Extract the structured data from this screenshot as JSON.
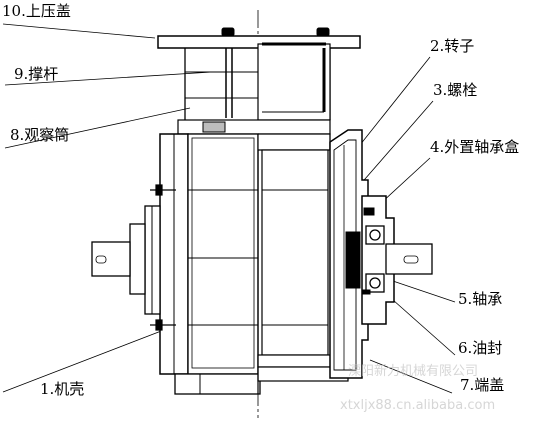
{
  "labels": {
    "top_cover": "10.上压盖",
    "support_rod": "9.撑杆",
    "sight_tube": "8.观察筒",
    "rotor": "2.转子",
    "bolt": "3.螺栓",
    "bearing_box": "4.外置轴承盒",
    "bearing": "5.轴承",
    "oil_seal": "6.油封",
    "end_cover": "7.端盖",
    "housing": "1.机壳"
  },
  "watermarks": {
    "company": "溧阳新力机械有限公司",
    "site": "xtxljx88.cn.alibaba.com"
  }
}
